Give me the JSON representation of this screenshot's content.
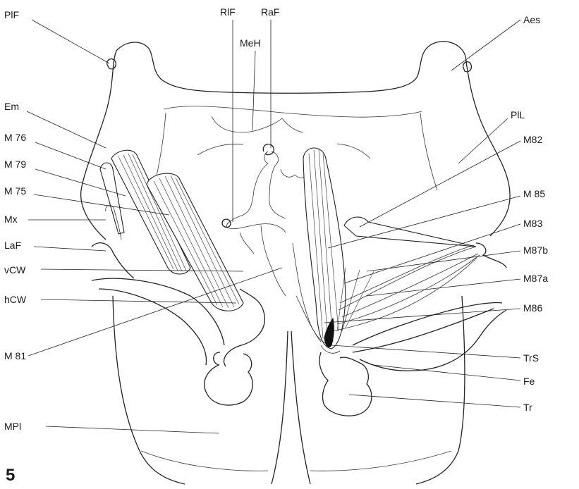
{
  "figure": {
    "number": "5",
    "labels": {
      "PIF": "PlF",
      "RIF": "RlF",
      "RaF": "RaF",
      "MeH": "MeH",
      "Aes": "Aes",
      "Em": "Em",
      "PIL": "PlL",
      "M76": "M 76",
      "M82": "M82",
      "M79": "M 79",
      "M75": "M 75",
      "M85": "M 85",
      "Mx": "Mx",
      "M83": "M83",
      "LaF": "LaF",
      "M87b": "M87b",
      "vCW": "vCW",
      "M87a": "M87a",
      "hCW": "hCW",
      "M86": "M86",
      "M81": "M 81",
      "TrS": "TrS",
      "Fe": "Fe",
      "Tr": "Tr",
      "MPl": "MPl"
    }
  }
}
